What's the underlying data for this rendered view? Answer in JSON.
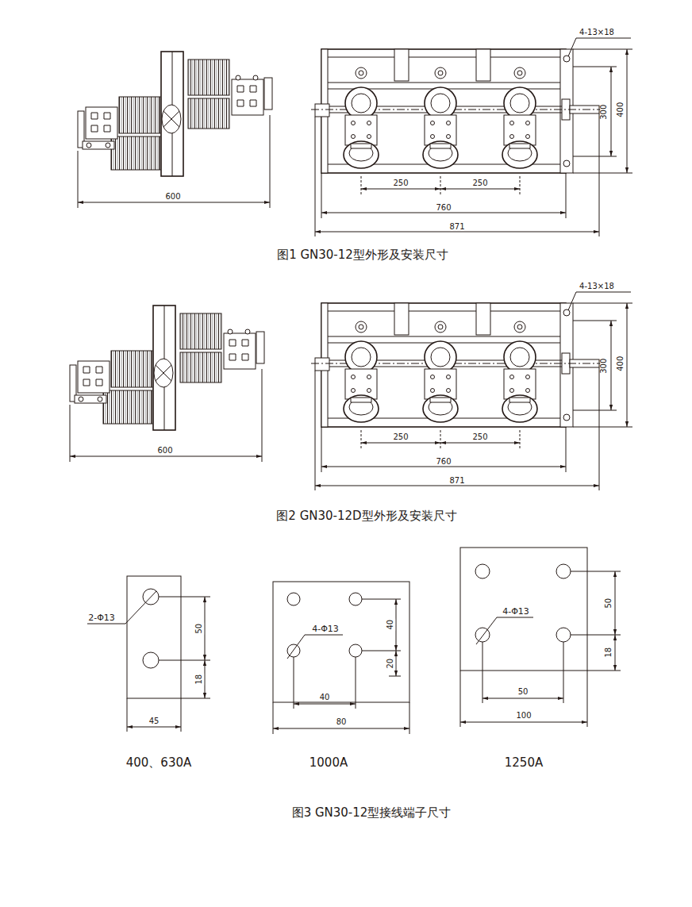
{
  "diagram": {
    "labels": [
      "4-13×18",
      "300",
      "400",
      "250",
      "250",
      "760",
      "871",
      "600",
      "图1 GN30-12型外形及安装尺寸",
      "4-13×18",
      "300",
      "400",
      "250",
      "250",
      "760",
      "871",
      "600",
      "图2 GN30-12D型外形及安装尺寸",
      "2-Φ13",
      "50",
      "18",
      "45",
      "400、630A",
      "4-Φ13",
      "40",
      "20",
      "40",
      "80",
      "1000A",
      "4-Φ13",
      "50",
      "18",
      "50",
      "100",
      "1250A",
      "图3 GN30-12型接线端子尺寸"
    ]
  }
}
